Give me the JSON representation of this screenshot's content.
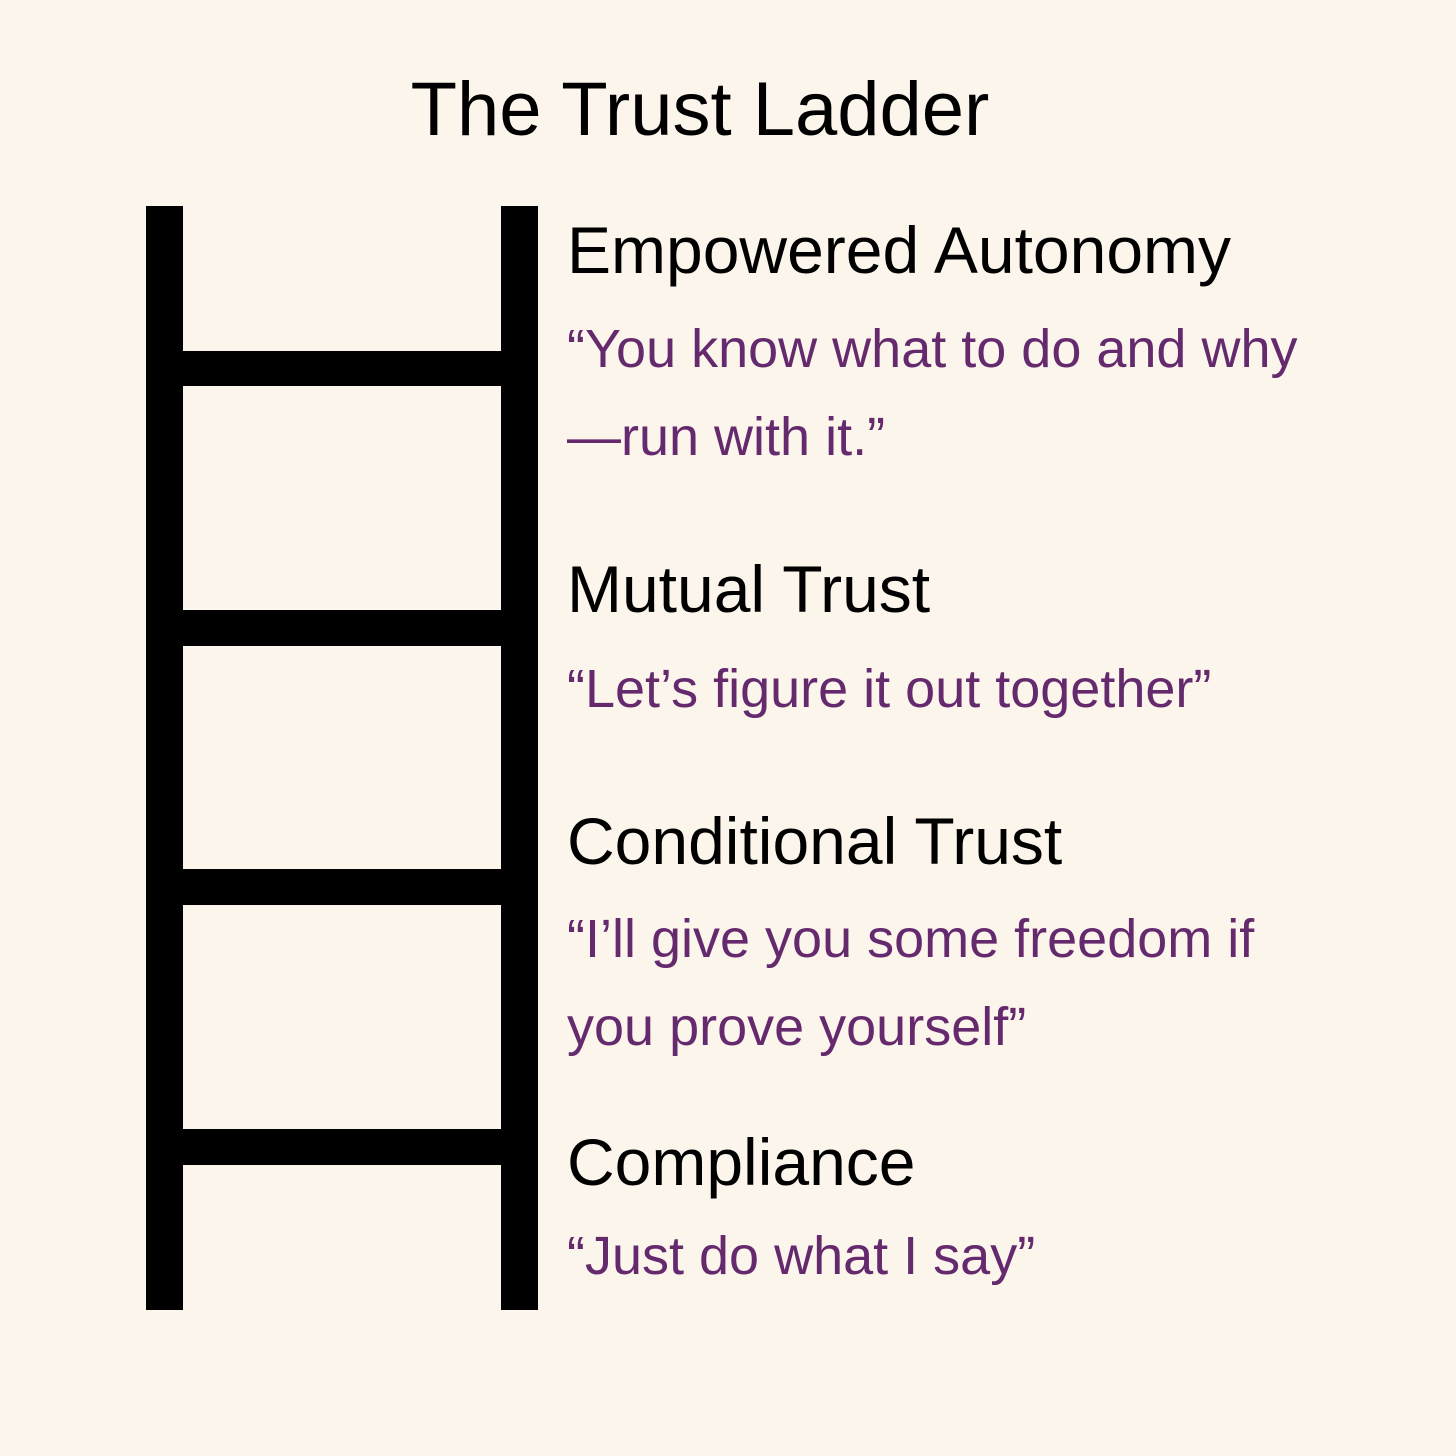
{
  "title": "The Trust Ladder",
  "colors": {
    "background": "#FBF5EB",
    "ladder": "#000000",
    "heading": "#000000",
    "quote": "#652A6E"
  },
  "levels": [
    {
      "name": "Empowered Autonomy",
      "quote_lines": [
        "“You know what to do and why",
        "—run with it.”"
      ]
    },
    {
      "name": "Mutual Trust",
      "quote_lines": [
        "“Let’s figure it out together”"
      ]
    },
    {
      "name": "Conditional Trust",
      "quote_lines": [
        "“I’ll give you some freedom if",
        "you prove yourself”"
      ]
    },
    {
      "name": "Compliance",
      "quote_lines": [
        "“Just do what I say”"
      ]
    }
  ]
}
